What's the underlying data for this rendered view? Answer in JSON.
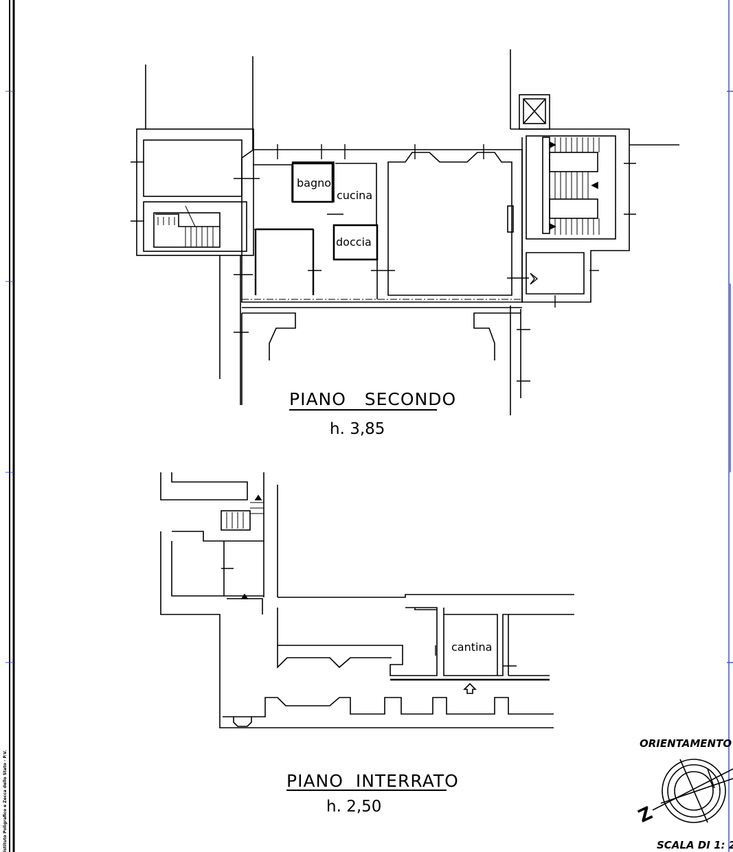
{
  "floors": {
    "second": {
      "title": "PIANO   SECONDO",
      "height": "h. 3,85",
      "rooms": {
        "bathroom": "bagno",
        "kitchen": "cucina",
        "shower": "doccia"
      }
    },
    "basement": {
      "title": "PIANO  INTERRATO",
      "height": "h. 2,50",
      "rooms": {
        "cellar": "cantina"
      }
    }
  },
  "compass": {
    "label": "ORIENTAMENTO",
    "north_marker": "Z"
  },
  "scale": {
    "label": "SCALA DI 1: 2"
  },
  "printer_stamp": "Istituto Poligrafico e Zecca dello Stato - P.V.",
  "colors": {
    "ink": "#000000",
    "frame_blue": "#4455cc"
  }
}
